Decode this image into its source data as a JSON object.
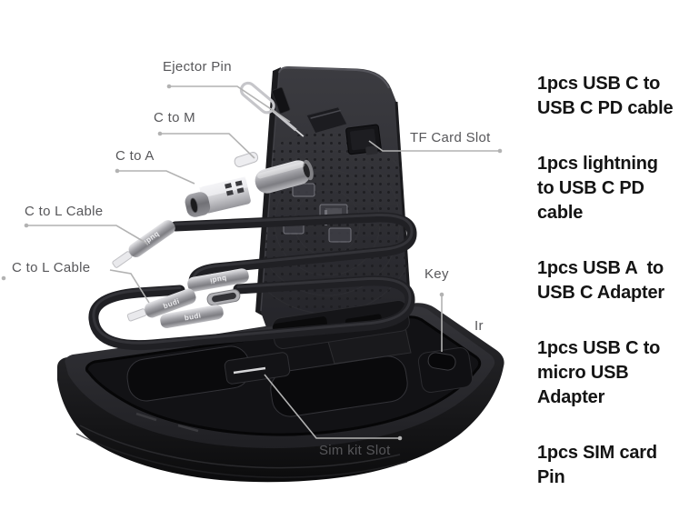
{
  "product": {
    "brand": "budi",
    "callouts": {
      "ejector_pin": "Ejector Pin",
      "c_to_m": "C to M",
      "c_to_a": "C to A",
      "c_to_l_cable_1": "C to L Cable",
      "c_to_l_cable_2": "C to L Cable",
      "tf_card_slot": "TF Card Slot",
      "key": "Key",
      "ir": "Ir",
      "sim_kit_slot": "Sim kit Slot"
    }
  },
  "parts_list": {
    "items": [
      "1pcs USB C to\nUSB C PD cable",
      "1pcs lightning\nto USB C PD\ncable",
      "1pcs USB A  to\nUSB C Adapter",
      "1pcs USB C to\nmicro USB\nAdapter",
      "1pcs SIM card\nPin"
    ]
  },
  "colors": {
    "background": "#ffffff",
    "label_text": "#57575a",
    "leader_line": "#b2b2b2",
    "list_text": "#141414",
    "device_black": "#26262b",
    "silver": "#c6c6ca"
  }
}
